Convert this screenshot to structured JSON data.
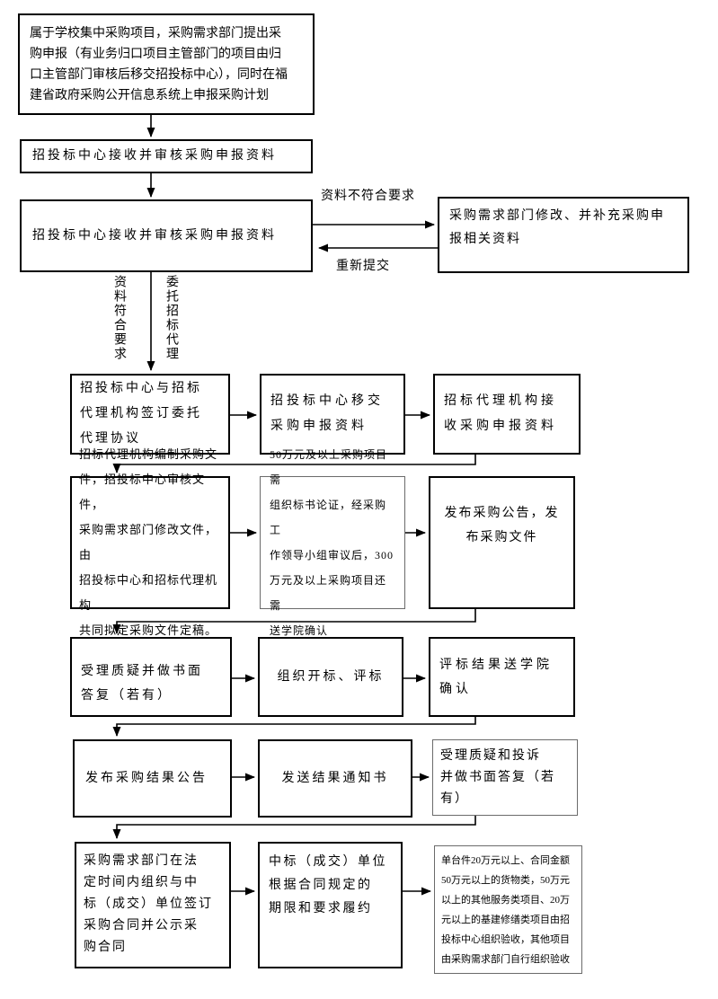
{
  "colors": {
    "box_border": "#000000",
    "thin_box_border": "#6b6b6b",
    "arrow": "#000000",
    "background": "#ffffff"
  },
  "nodes": {
    "n1": "属于学校集中采购项目，采购需求部门提出采\n购申报（有业务归口项目主管部门的项目由归\n口主管部门审核后移交招投标中心），同时在福\n建省政府采购公开信息系统上申报采购计划",
    "n2": "招投标中心接收并审核采购申报资料",
    "n3": "招投标中心接收并审核采购申报资料",
    "n4": "采购需求部门修改、并补充采购申\n报相关资料",
    "n5": "招投标中心与招标\n代理机构签订委托\n代理协议",
    "n6": "招投标中心移交\n采购申报资料",
    "n7": "招标代理机构接\n收采购申报资料",
    "n8": "招标代理机构编制采购文\n件，招投标中心审核文件，\n采购需求部门修改文件，由\n招投标中心和招标代理机构\n共同拟定采购文件定稿。",
    "n9": "50万元及以上采购项目需\n组织标书论证，经采购工\n作领导小组审议后，300\n万元及以上采购项目还需\n送学院确认",
    "n10": "发布采购公告，发\n布采购文件",
    "n11": "受理质疑并做书面\n答复（若有）",
    "n12": "组织开标、评标",
    "n13": "评标结果送学院\n确认",
    "n14": "发布采购结果公告",
    "n15": "发送结果通知书",
    "n16": "受理质疑和投诉\n并做书面答复（若\n有）",
    "n17": "采购需求部门在法\n定时间内组织与中\n标（成交）单位签订\n采购合同并公示采\n购合同",
    "n18": "中标（成交）单位\n根据合同规定的\n期限和要求履约",
    "n19": "单台件20万元以上、合同金额\n50万元以上的货物类，50万元\n以上的其他服务类项目、20万\n元以上的基建修缮类项目由招\n投标中心组织验收，其他项目\n由采购需求部门自行组织验收"
  },
  "edge_labels": {
    "not_compliant": "资料不符合要求",
    "resubmit": "重新提交",
    "compliant": "资料符合要求",
    "entrust": "委托招标代理"
  }
}
